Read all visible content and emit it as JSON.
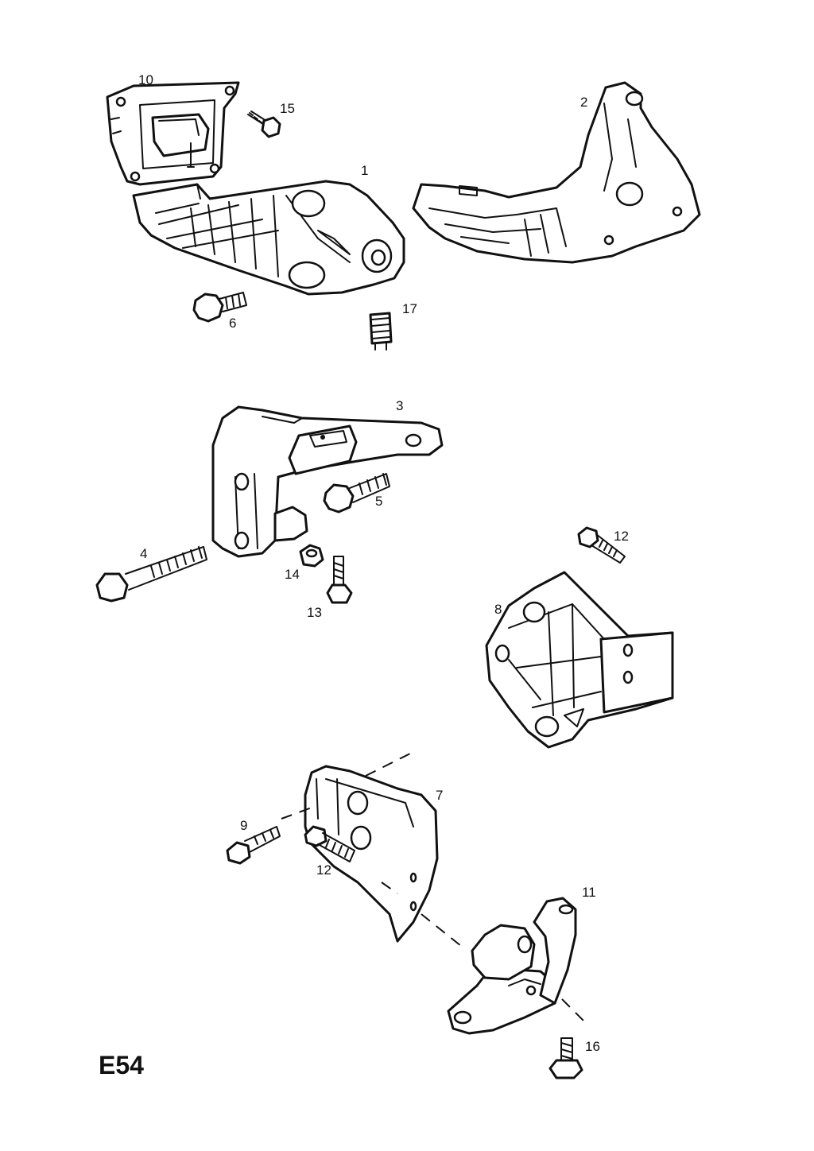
{
  "diagram": {
    "page_code": "E54",
    "callouts": {
      "p1": "1",
      "p2": "2",
      "p3": "3",
      "p4": "4",
      "p5": "5",
      "p6": "6",
      "p7": "7",
      "p8": "8",
      "p9": "9",
      "p10": "10",
      "p11": "11",
      "p12a": "12",
      "p12b": "12",
      "p13": "13",
      "p14": "14",
      "p15": "15",
      "p16": "16",
      "p17": "17"
    }
  }
}
